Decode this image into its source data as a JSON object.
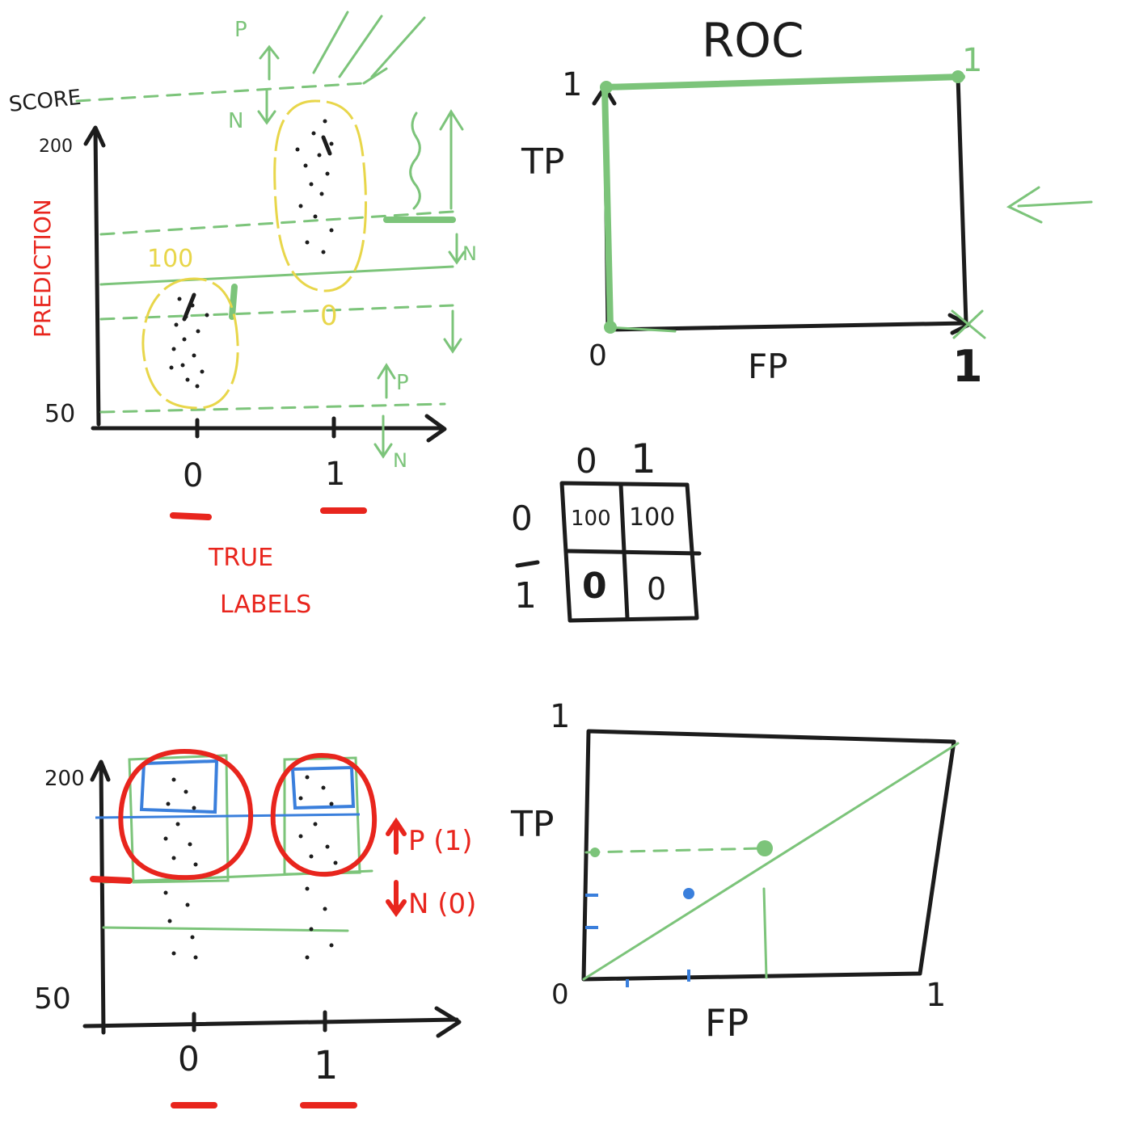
{
  "top_left_plot": {
    "score_label": "SCORE",
    "y_axis_label": "PREDICTION",
    "y_top_tick": "200",
    "y_bottom_tick": "50",
    "x_tick_0": "0",
    "x_tick_1": "1",
    "x_axis_label_line1": "TRUE",
    "x_axis_label_line2": "LABELS",
    "cluster_0_count": "100",
    "cluster_1_count": "0",
    "threshold_top_p": "P",
    "threshold_top_n": "N",
    "threshold_mid_n": "N",
    "threshold_bottom_p": "P",
    "threshold_bottom_n": "N"
  },
  "roc_top": {
    "title": "ROC",
    "y_label": "TP",
    "x_label": "FP",
    "y_max": "1",
    "origin": "0",
    "x_max": "1",
    "corner_top_right": "1"
  },
  "confusion_matrix": {
    "col_headers": [
      "0",
      "1"
    ],
    "row_headers": [
      "0",
      "1"
    ],
    "cells": [
      [
        "100",
        "100"
      ],
      [
        "0",
        "0"
      ]
    ]
  },
  "bottom_left_plot": {
    "y_top_tick": "200",
    "y_bottom_tick": "50",
    "x_tick_0": "0",
    "x_tick_1": "1",
    "p_label": "P (1)",
    "n_label": "N (0)"
  },
  "roc_bottom": {
    "y_label": "TP",
    "x_label": "FP",
    "y_max": "1",
    "origin": "0",
    "x_max": "1"
  },
  "colors": {
    "ink_black": "#1c1c1c",
    "ink_red": "#e8251d",
    "ink_green": "#7cc47a",
    "ink_yellow": "#e8d64a",
    "ink_blue": "#3a7fdc"
  }
}
